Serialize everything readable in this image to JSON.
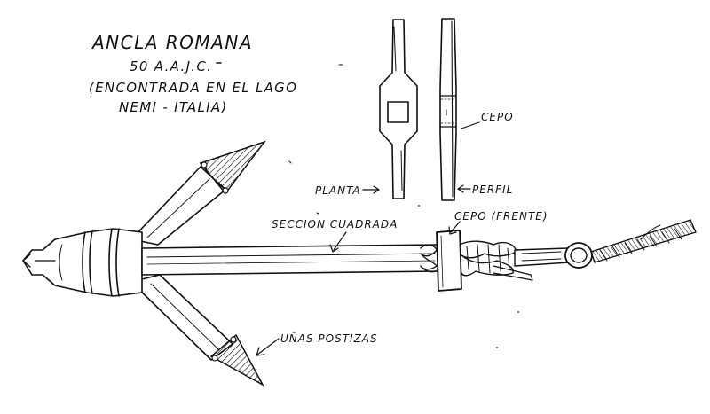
{
  "title": {
    "line1": "ANCLA ROMANA",
    "line2": "50 A.A.J.C.",
    "line3": "(ENCONTRADA EN EL LAGO",
    "line4": "NEMI - ITALIA)"
  },
  "labels": {
    "cepo": "CEPO",
    "planta": "PLANTA",
    "perfil": "PERFIL",
    "seccion": "SECCION CUADRADA",
    "cepo_frente": "CEPO (FRENTE)",
    "unas": "UÑAS POSTIZAS"
  },
  "colors": {
    "ink": "#111111",
    "paper": "#ffffff"
  }
}
